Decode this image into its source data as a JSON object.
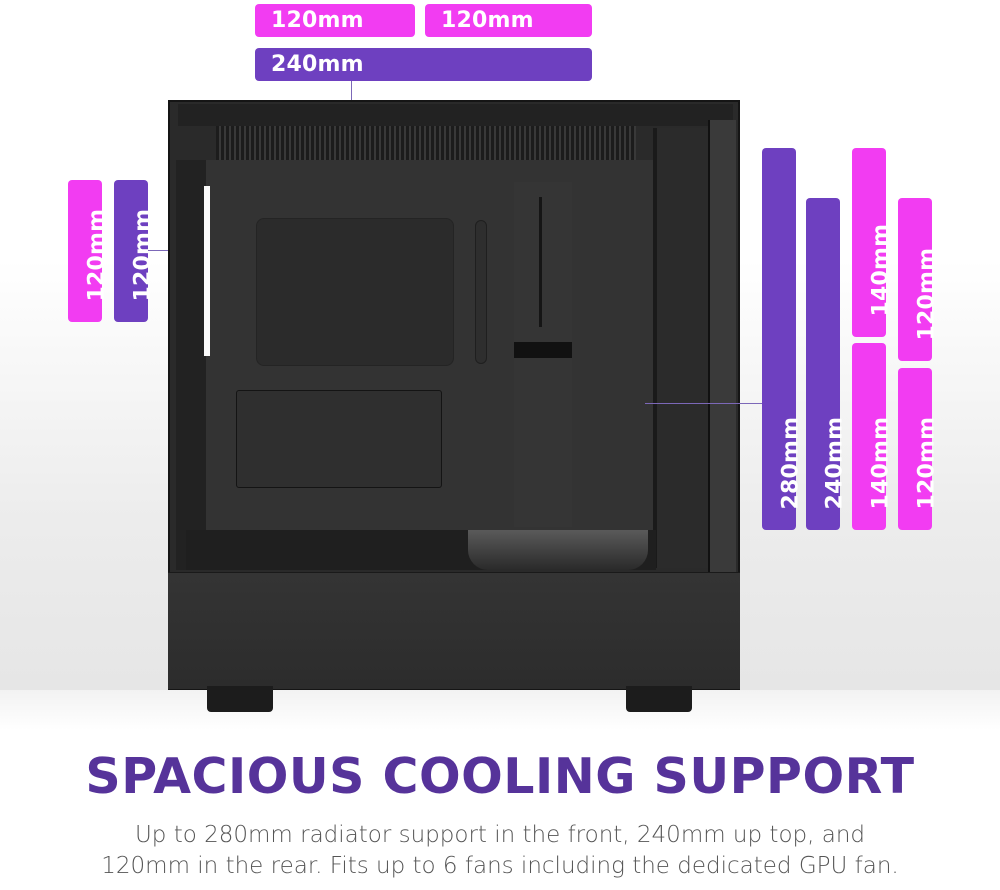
{
  "colors": {
    "magenta": "#f23cf2",
    "purple": "#6e40c0",
    "heading": "#56339a",
    "body_text": "#555555"
  },
  "top_badges": {
    "fan_1": "120mm",
    "fan_2": "120mm",
    "radiator": "240mm"
  },
  "rear_badges": {
    "magenta": "120mm",
    "purple": "120mm"
  },
  "front_badges": {
    "radiator_280": "280mm",
    "radiator_240": "240mm",
    "fan_140_top": "140mm",
    "fan_140_bottom": "140mm",
    "fan_120_top": "120mm",
    "fan_120_bottom": "120mm"
  },
  "product_image": {
    "subject": "pc-case-side-view"
  },
  "heading": "SPACIOUS COOLING SUPPORT",
  "description": {
    "line_1": "Up to 280mm radiator support in the front, 240mm up top, and",
    "line_2": "120mm in the rear. Fits up to 6 fans including the dedicated GPU fan."
  }
}
